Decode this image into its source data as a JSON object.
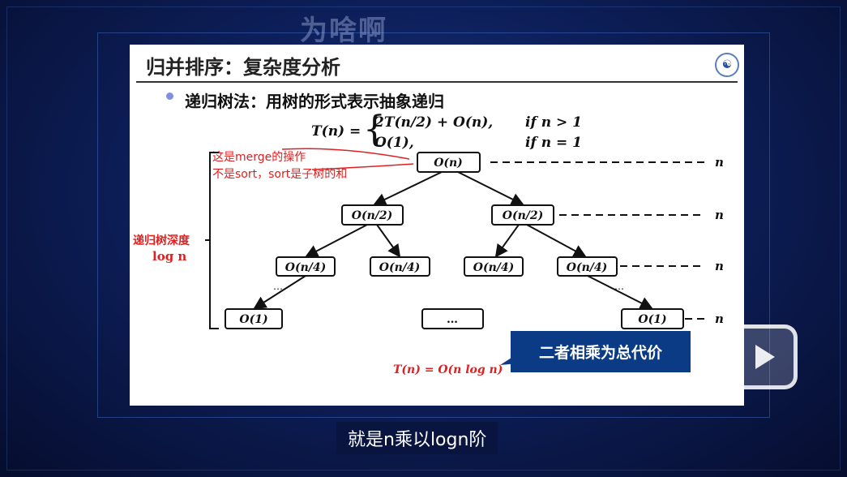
{
  "watermark": "为啥啊",
  "slide": {
    "title": "归并排序：复杂度分析",
    "bullet": "递归树法：用树的形式表示抽象递归",
    "recurrence": {
      "lhs": "T(n) =",
      "case1": "2T(n/2) + O(n),",
      "cond1": "if n > 1",
      "case2": "O(1),",
      "cond2": "if n = 1"
    },
    "annotation": [
      "这是merge的操作",
      "不是sort，sort是子树的和"
    ],
    "depth_label": "递归树深度",
    "depth_value": "log n",
    "nodes": {
      "root": "O(n)",
      "l2": [
        "O(n/2)",
        "O(n/2)"
      ],
      "l3": [
        "O(n/4)",
        "O(n/4)",
        "O(n/4)",
        "O(n/4)"
      ],
      "l4": [
        "O(1)",
        "…",
        "O(1)"
      ],
      "ellipsis": "…"
    },
    "level_cost": [
      "n",
      "n",
      "n",
      "n"
    ],
    "result": "T(n) = O(n log n)",
    "callout": "二者相乘为总代价"
  },
  "subtitle": "就是n乘以logn阶",
  "colors": {
    "accent": "#0b3b85",
    "annotation": "#e02020"
  }
}
